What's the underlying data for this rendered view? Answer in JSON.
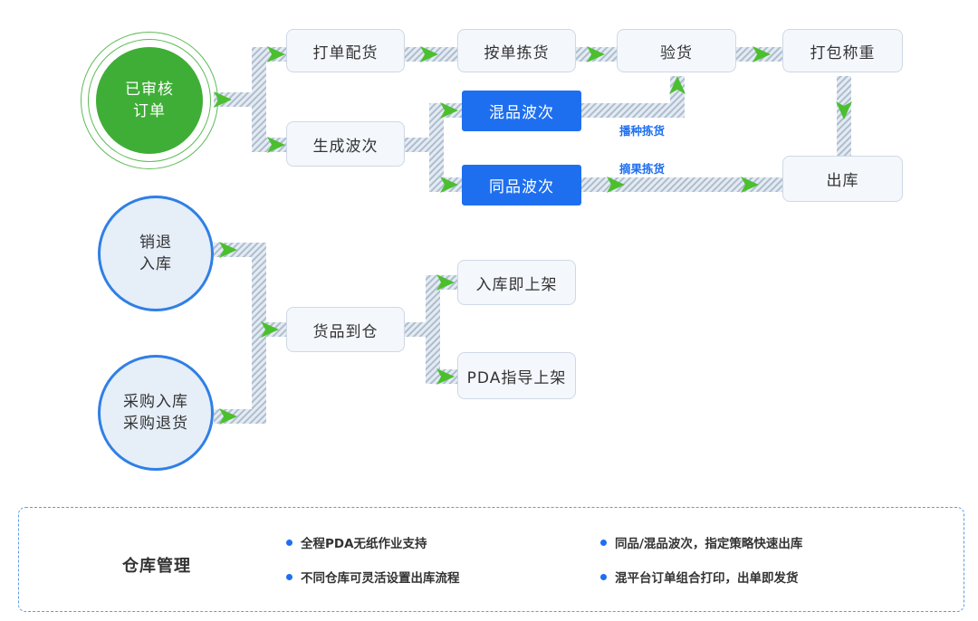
{
  "sources": {
    "approved_orders": [
      "已审核",
      "订单"
    ],
    "return_inbound": [
      "销退",
      "入库"
    ],
    "purchase": [
      "采购入库",
      "采购退货"
    ]
  },
  "steps": {
    "print_allocate": "打单配货",
    "pick_by_order": "按单拣货",
    "inspect": "验货",
    "pack_weigh": "打包称重",
    "generate_wave": "生成波次",
    "mixed_wave": "混品波次",
    "same_wave": "同品波次",
    "outbound": "出库",
    "goods_arrival": "货品到仓",
    "putaway_on_receipt": "入库即上架",
    "pda_putaway": "PDA指导上架"
  },
  "edge_labels": {
    "seeding_pick": "播种拣货",
    "picking_pick": "摘果拣货"
  },
  "panel": {
    "title": "仓库管理",
    "bullets": [
      "全程PDA无纸作业支持",
      "同品/混品波次，指定策略快速出库",
      "不同仓库可灵活设置出库流程",
      "混平台订单组合打印，出单即发货"
    ]
  },
  "colors": {
    "accent_blue": "#1e6ff0",
    "green": "#3fae36",
    "arrow_green": "#4cbf2f",
    "connector_hatch": "#b5c4d4"
  }
}
